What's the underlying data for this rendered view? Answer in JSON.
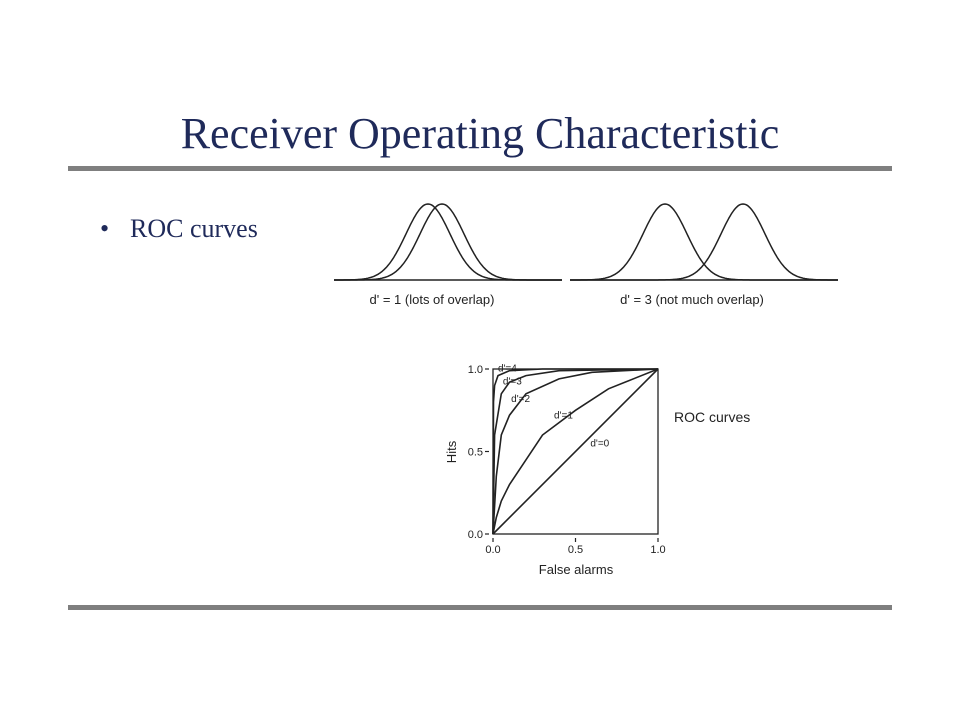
{
  "slide": {
    "title": "Receiver Operating Characteristic",
    "bullet_symbol": "•",
    "bullet_text": "ROC curves"
  },
  "distributions": [
    {
      "caption": "d' = 1 (lots of overlap)",
      "d_prime": 1
    },
    {
      "caption": "d' = 3 (not much overlap)",
      "d_prime": 3
    }
  ],
  "chart_data": {
    "type": "line",
    "title": "",
    "side_label": "ROC curves",
    "xlabel": "False alarms",
    "ylabel": "Hits",
    "xlim": [
      0,
      1
    ],
    "ylim": [
      0,
      1
    ],
    "xticks": [
      "0.0",
      "0.5",
      "1.0"
    ],
    "yticks": [
      "0.0",
      "0.5",
      "1.0"
    ],
    "series": [
      {
        "name": "d'=4",
        "d_prime": 4,
        "points": [
          [
            0,
            0
          ],
          [
            0.003,
            0.8
          ],
          [
            0.01,
            0.9
          ],
          [
            0.03,
            0.96
          ],
          [
            0.1,
            0.99
          ],
          [
            0.3,
            1.0
          ],
          [
            1,
            1
          ]
        ]
      },
      {
        "name": "d'=3",
        "d_prime": 3,
        "points": [
          [
            0,
            0
          ],
          [
            0.01,
            0.6
          ],
          [
            0.05,
            0.85
          ],
          [
            0.1,
            0.92
          ],
          [
            0.2,
            0.96
          ],
          [
            0.4,
            0.99
          ],
          [
            1,
            1
          ]
        ]
      },
      {
        "name": "d'=2",
        "d_prime": 2,
        "points": [
          [
            0,
            0
          ],
          [
            0.02,
            0.35
          ],
          [
            0.05,
            0.6
          ],
          [
            0.1,
            0.72
          ],
          [
            0.2,
            0.85
          ],
          [
            0.4,
            0.94
          ],
          [
            0.6,
            0.98
          ],
          [
            1,
            1
          ]
        ]
      },
      {
        "name": "d'=1",
        "d_prime": 1,
        "points": [
          [
            0,
            0
          ],
          [
            0.02,
            0.1
          ],
          [
            0.05,
            0.2
          ],
          [
            0.1,
            0.3
          ],
          [
            0.2,
            0.45
          ],
          [
            0.3,
            0.6
          ],
          [
            0.5,
            0.75
          ],
          [
            0.7,
            0.88
          ],
          [
            1,
            1
          ]
        ]
      },
      {
        "name": "d'=0",
        "d_prime": 0,
        "points": [
          [
            0,
            0
          ],
          [
            1,
            1
          ]
        ]
      }
    ],
    "grid": false,
    "legend": "none"
  }
}
